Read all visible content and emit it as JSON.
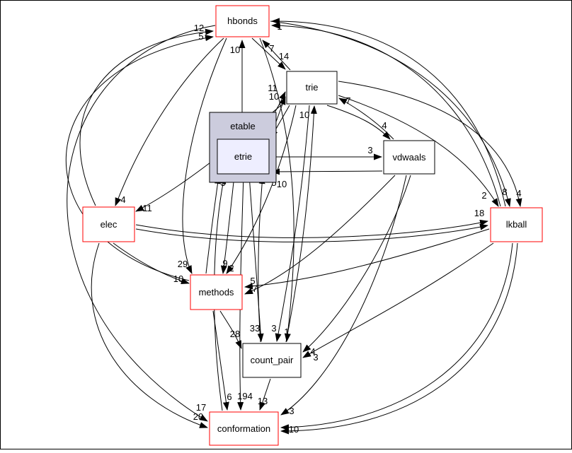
{
  "diagram": {
    "type": "directory-dependency-graph",
    "cluster": {
      "label": "etable"
    },
    "colors": {
      "background": "#ffffff",
      "edge": "#000000",
      "node_fill": "#ffffff",
      "red_border": "#ff0000",
      "black_border": "#000000",
      "cluster_fill": "#ccccdd",
      "etrie_fill": "#eeeeff"
    },
    "nodes": {
      "hbonds": {
        "label": "hbonds",
        "border": "#ff0000"
      },
      "trie": {
        "label": "trie",
        "border": "#000000"
      },
      "etrie": {
        "label": "etrie",
        "border": "#000000",
        "fill": "#eeeeff"
      },
      "vdwaals": {
        "label": "vdwaals",
        "border": "#000000"
      },
      "elec": {
        "label": "elec",
        "border": "#ff0000"
      },
      "lkball": {
        "label": "lkball",
        "border": "#ff0000"
      },
      "methods": {
        "label": "methods",
        "border": "#ff0000"
      },
      "count_pair": {
        "label": "count_pair",
        "border": "#000000"
      },
      "conformation": {
        "label": "conformation",
        "border": "#ff0000"
      }
    },
    "edges": [
      {
        "from": "elec",
        "to": "hbonds",
        "label": "12"
      },
      {
        "from": "methods",
        "to": "hbonds",
        "label": "5"
      },
      {
        "from": "lkball",
        "to": "hbonds",
        "label": "1"
      },
      {
        "from": "etrie",
        "to": "hbonds",
        "label": "10"
      },
      {
        "from": "trie",
        "to": "hbonds",
        "label": "7"
      },
      {
        "from": "hbonds",
        "to": "trie",
        "label": "14"
      },
      {
        "from": "etrie",
        "to": "trie",
        "label": "11"
      },
      {
        "from": "etable",
        "to": "trie",
        "label": "10"
      },
      {
        "from": "count_pair",
        "to": "trie",
        "label": "10"
      },
      {
        "from": "vdwaals",
        "to": "trie",
        "label": "7"
      },
      {
        "from": "trie",
        "to": "etrie",
        "label": "14"
      },
      {
        "from": "vdwaals",
        "to": "etrie",
        "label": "10"
      },
      {
        "from": "methods",
        "to": "etrie",
        "label": "8"
      },
      {
        "from": "conformation",
        "to": "etrie",
        "label": "3"
      },
      {
        "from": "count_pair",
        "to": "etrie",
        "label": "5"
      },
      {
        "from": "trie",
        "to": "vdwaals",
        "label": "4"
      },
      {
        "from": "etrie",
        "to": "vdwaals",
        "label": "3"
      },
      {
        "from": "hbonds",
        "to": "elec",
        "label": "4"
      },
      {
        "from": "trie",
        "to": "elec",
        "label": "11"
      },
      {
        "from": "trie",
        "to": "lkball",
        "label": "2"
      },
      {
        "from": "hbonds",
        "to": "lkball",
        "label": "8"
      },
      {
        "from": "trie",
        "to": "lkball",
        "label": "4"
      },
      {
        "from": "elec",
        "to": "lkball",
        "label": "18"
      },
      {
        "from": "hbonds",
        "to": "methods",
        "label": "29"
      },
      {
        "from": "elec",
        "to": "methods",
        "label": "10"
      },
      {
        "from": "trie",
        "to": "methods",
        "label": "9"
      },
      {
        "from": "etrie",
        "to": "methods",
        "label": "2"
      },
      {
        "from": "lkball",
        "to": "methods",
        "label": "5"
      },
      {
        "from": "vdwaals",
        "to": "methods",
        "label": "7"
      },
      {
        "from": "methods",
        "to": "count_pair",
        "label": "28"
      },
      {
        "from": "etrie",
        "to": "count_pair",
        "label": "33"
      },
      {
        "from": "trie",
        "to": "count_pair",
        "label": "3"
      },
      {
        "from": "hbonds",
        "to": "count_pair",
        "label": "1"
      },
      {
        "from": "vdwaals",
        "to": "count_pair",
        "label": "4"
      },
      {
        "from": "lkball",
        "to": "count_pair",
        "label": "3"
      },
      {
        "from": "hbonds",
        "to": "conformation",
        "label": "17"
      },
      {
        "from": "elec",
        "to": "conformation",
        "label": "20"
      },
      {
        "from": "methods",
        "to": "conformation",
        "label": "6"
      },
      {
        "from": "etrie",
        "to": "conformation",
        "label": "194"
      },
      {
        "from": "count_pair",
        "to": "conformation",
        "label": "13"
      },
      {
        "from": "vdwaals",
        "to": "conformation",
        "label": "3"
      },
      {
        "from": "lkball",
        "to": "conformation",
        "label": "10"
      }
    ]
  }
}
